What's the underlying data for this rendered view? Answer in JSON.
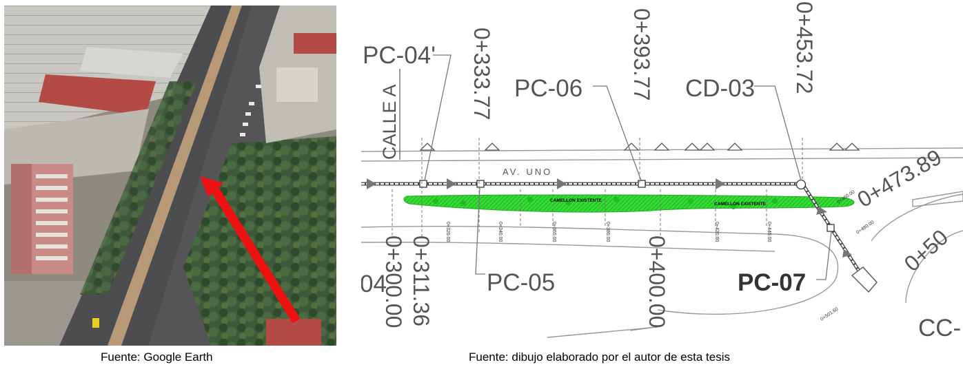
{
  "captions": {
    "left": "Fuente: Google Earth",
    "right": "Fuente: dibujo elaborado por el autor de esta tesis"
  },
  "plan": {
    "street_name": "CALLE A",
    "avenue_name": "AV. UNO",
    "median_label_1": "CAMELLON EXISTENTE",
    "median_label_2": "CAMELLON EXISTENTE",
    "structures": {
      "pc04p": "PC-04'",
      "pc05": "PC-05",
      "pc06": "PC-06",
      "pc07": "PC-07",
      "cd03": "CD-03",
      "cc": "CC-",
      "left_cut": "04"
    },
    "stations_large": {
      "s333": "0+333.77",
      "s393": "0+393.77",
      "s453": "0+453.72",
      "s300": "0+300.00",
      "s311": "0+311.36",
      "s400": "0+400.00",
      "s473": "0+473.89",
      "s500": "0+50"
    },
    "stations_small": [
      "0+320.00",
      "0+340.00",
      "0+360.00",
      "0+380.00",
      "0+420.00",
      "0+440.00"
    ],
    "stations_diag": {
      "d460": "0+460.00",
      "d480": "0+480.00",
      "d501": "0+501.60"
    },
    "colors": {
      "median_fill": "#33dd33",
      "linework": "#777777",
      "arrow": "#ee1111"
    }
  }
}
